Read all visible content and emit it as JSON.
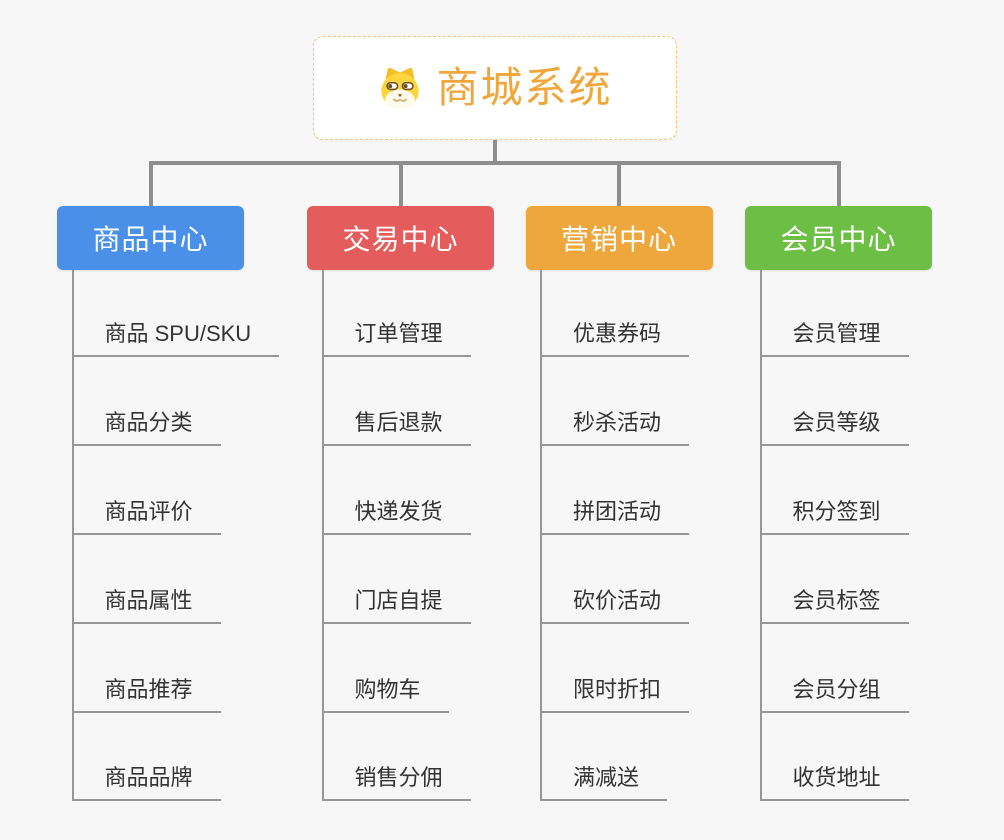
{
  "root": {
    "title": "商城系统",
    "icon": "dog-face-icon"
  },
  "branches": [
    {
      "id": "product-center",
      "label": "商品中心",
      "color": "#4a90e8",
      "children": [
        "商品 SPU/SKU",
        "商品分类",
        "商品评价",
        "商品属性",
        "商品推荐",
        "商品品牌"
      ]
    },
    {
      "id": "trade-center",
      "label": "交易中心",
      "color": "#e45c5b",
      "children": [
        "订单管理",
        "售后退款",
        "快递发货",
        "门店自提",
        "购物车",
        "销售分佣"
      ]
    },
    {
      "id": "marketing-center",
      "label": "营销中心",
      "color": "#eda73d",
      "children": [
        "优惠券码",
        "秒杀活动",
        "拼团活动",
        "砍价活动",
        "限时折扣",
        "满减送"
      ]
    },
    {
      "id": "member-center",
      "label": "会员中心",
      "color": "#6cbe45",
      "children": [
        "会员管理",
        "会员等级",
        "积分签到",
        "会员标签",
        "会员分组",
        "收货地址"
      ]
    }
  ],
  "colors": {
    "background": "#f7f7f7",
    "root_accent": "#f0a63b",
    "root_border": "#f3c377",
    "connector": "#8e8e8e",
    "leaf_line": "#979797",
    "leaf_text": "#333333"
  }
}
